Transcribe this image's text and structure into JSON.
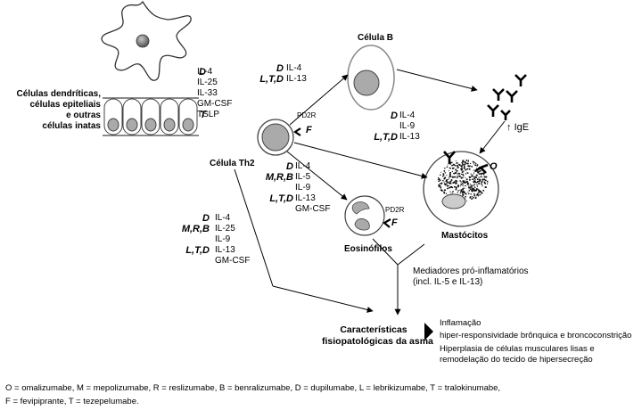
{
  "sources_label": [
    "Células dendríticas,",
    "células epiteliais",
    "e outras",
    "células inatas"
  ],
  "group1": [
    {
      "drug": "D",
      "text": "IL-4"
    },
    {
      "drug": "",
      "text": "IL-25"
    },
    {
      "drug": "",
      "text": "IL-33"
    },
    {
      "drug": "",
      "text": "GM-CSF"
    },
    {
      "drug": "T",
      "text": "TSLP"
    }
  ],
  "th2": {
    "label": "Célula Th2",
    "receptor": "PD2R",
    "drug": "F"
  },
  "bcell": {
    "label": "Célula B"
  },
  "group_b": [
    {
      "drug": "D",
      "text": "IL-4"
    },
    {
      "drug": "L,T,D",
      "text": "IL-13"
    }
  ],
  "group_mast": [
    {
      "drug": "D",
      "text": "IL-4"
    },
    {
      "drug": "",
      "text": "IL-9"
    },
    {
      "drug": "L,T,D",
      "text": "IL-13"
    }
  ],
  "ige": {
    "arrow": "↑",
    "text": "IgE"
  },
  "group_eos": [
    {
      "drug": "D",
      "text": "IL-4"
    },
    {
      "drug": "M,R,B",
      "text": "IL-5"
    },
    {
      "drug": "",
      "text": "IL-9"
    },
    {
      "drug": "L,T,D",
      "text": "IL-13"
    },
    {
      "drug": "",
      "text": "GM-CSF"
    }
  ],
  "group_lower": [
    {
      "drug": "D",
      "text": "IL-4"
    },
    {
      "drug": "M,R,B",
      "text": "IL-25"
    },
    {
      "drug": "",
      "text": "IL-9"
    },
    {
      "drug": "L,T,D",
      "text": "IL-13"
    },
    {
      "drug": "",
      "text": "GM-CSF"
    }
  ],
  "eos": {
    "label": "Eosinófilos",
    "receptor": "PD2R",
    "drug": "F"
  },
  "mast": {
    "label": "Mastócitos",
    "drug": "O"
  },
  "mediators": [
    "Mediadores pró-inflamatórios",
    "(incl. IL-5 e IL-13)"
  ],
  "features": [
    "Características",
    "fisiopatológicas da asma"
  ],
  "outcomes": [
    "Inflamação",
    "hiper-responsividade brônquica e broncoconstrição",
    "Hiperplasia de células musculares lisas e",
    "remodelação do tecido de hipersecreção"
  ],
  "legend": [
    "O = omalizumabe, M = mepolizumabe, R = reslizumabe, B = benralizumabe, D = dupilumabe, L = lebrikizumabe, T = tralokinumabe,",
    "F = fevipiprante, T = tezepelumabe."
  ]
}
